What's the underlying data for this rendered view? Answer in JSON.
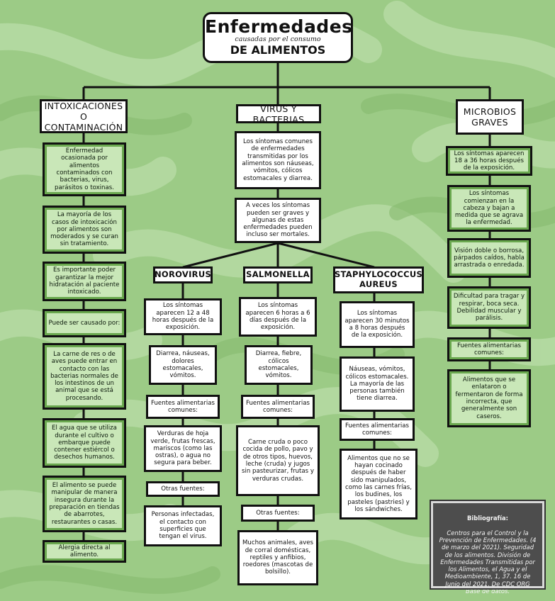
{
  "title": {
    "line1": "Enfermedades",
    "line2": "causadas por el consumo",
    "line3": "DE ALIMENTOS"
  },
  "categories": {
    "left": "INTOXICACIONES O CONTAMINACIÓN",
    "center": "VIRUS Y BACTERIAS",
    "right": "MICROBIOS GRAVES"
  },
  "left_items": [
    "Enfermedad ocasionada por alimentos contaminados con bacterias, virus, parásitos o toxinas.",
    "La mayoría de los casos de intoxicación por alimentos son moderados y se curan sin tratamiento.",
    "Es importante poder garantizar la mejor hidratación al paciente intoxicado.",
    "Puede ser causado por:",
    "La carne de res o de aves puede entrar en contacto con las bacterias normales de los intestinos de un animal que se está procesando.",
    "El agua que se utiliza durante el cultivo o embarque puede contener estiércol o desechos humanos.",
    "El alimento se puede manipular de manera insegura durante la preparación en tiendas de abarrotes, restaurantes o casas.",
    "Alergia directa al alimento."
  ],
  "center_items": [
    "Los síntomas comunes de enfermedades transmitidas por los alimentos son náuseas, vómitos, cólicos estomacales y diarrea.",
    "A veces los síntomas pueden ser graves y algunas de estas enfermedades pueden incluso ser mortales."
  ],
  "pathogens": [
    {
      "name": "NOROVIRUS",
      "items": [
        "Los síntomas aparecen 12 a 48 horas después de la exposición.",
        "Diarrea, náuseas, dolores estomacales, vómitos.",
        "Fuentes alimentarias comunes:",
        "Verduras de hoja verde, frutas frescas, mariscos (como las ostras), o agua no segura para beber.",
        "Otras fuentes:",
        "Personas infectadas, el contacto con superficies que tengan el virus."
      ]
    },
    {
      "name": "SALMONELLA",
      "items": [
        "Los síntomas aparecen 6 horas a 6 días después de la exposición.",
        "Diarrea, fiebre, cólicos estomacales, vómitos.",
        "Fuentes alimentarias comunes:",
        "Carne cruda o poco cocida de pollo, pavo y de otros tipos, huevos, leche (cruda) y jugos sin pasteurizar, frutas y verduras crudas.",
        "Otras fuentes:",
        "Muchos animales, aves de corral domésticas, reptiles y anfibios, roedores (mascotas de bolsillo)."
      ]
    },
    {
      "name": "STAPHYLOCOCCUS AUREUS",
      "items": [
        "Los síntomas aparecen 30 minutos a 8 horas después de la exposición.",
        "Náuseas, vómitos, cólicos estomacales.\nLa mayoría de las personas también tiene diarrea.",
        "Fuentes alimentarias comunes:",
        "Alimentos que no se hayan cocinado después de haber sido manipulados, como las carnes frías, los budines, los pasteles (pastries) y los sándwiches."
      ]
    }
  ],
  "right_items": [
    "Los síntomas aparecen 18 a 36 horas después de la exposición.",
    "Los síntomas comienzan en la cabeza y bajan a medida que se agrava la enfermedad.",
    "Visión doble o borrosa, párpados caídos, habla arrastrada o enredada.",
    "Dificultad para tragar y respirar, boca seca. Debilidad muscular y parálisis.",
    "Fuentes alimentarias comunes:",
    "Alimentos que se enlataron o fermentaron de forma incorrecta, que generalmente son caseros."
  ],
  "bibliography": {
    "heading": "Bibliografía:",
    "text": "Centros para el Control y la Prevención de Enfermedades. (4 de marzo del 2021). Seguridad de los alimentos. División de Enfermedades Transmitidas por los Alimentos, el Agua y el Medioambiente, 1, 37. 16 de Junio del 2021. De CDC ORG Base de datos."
  }
}
